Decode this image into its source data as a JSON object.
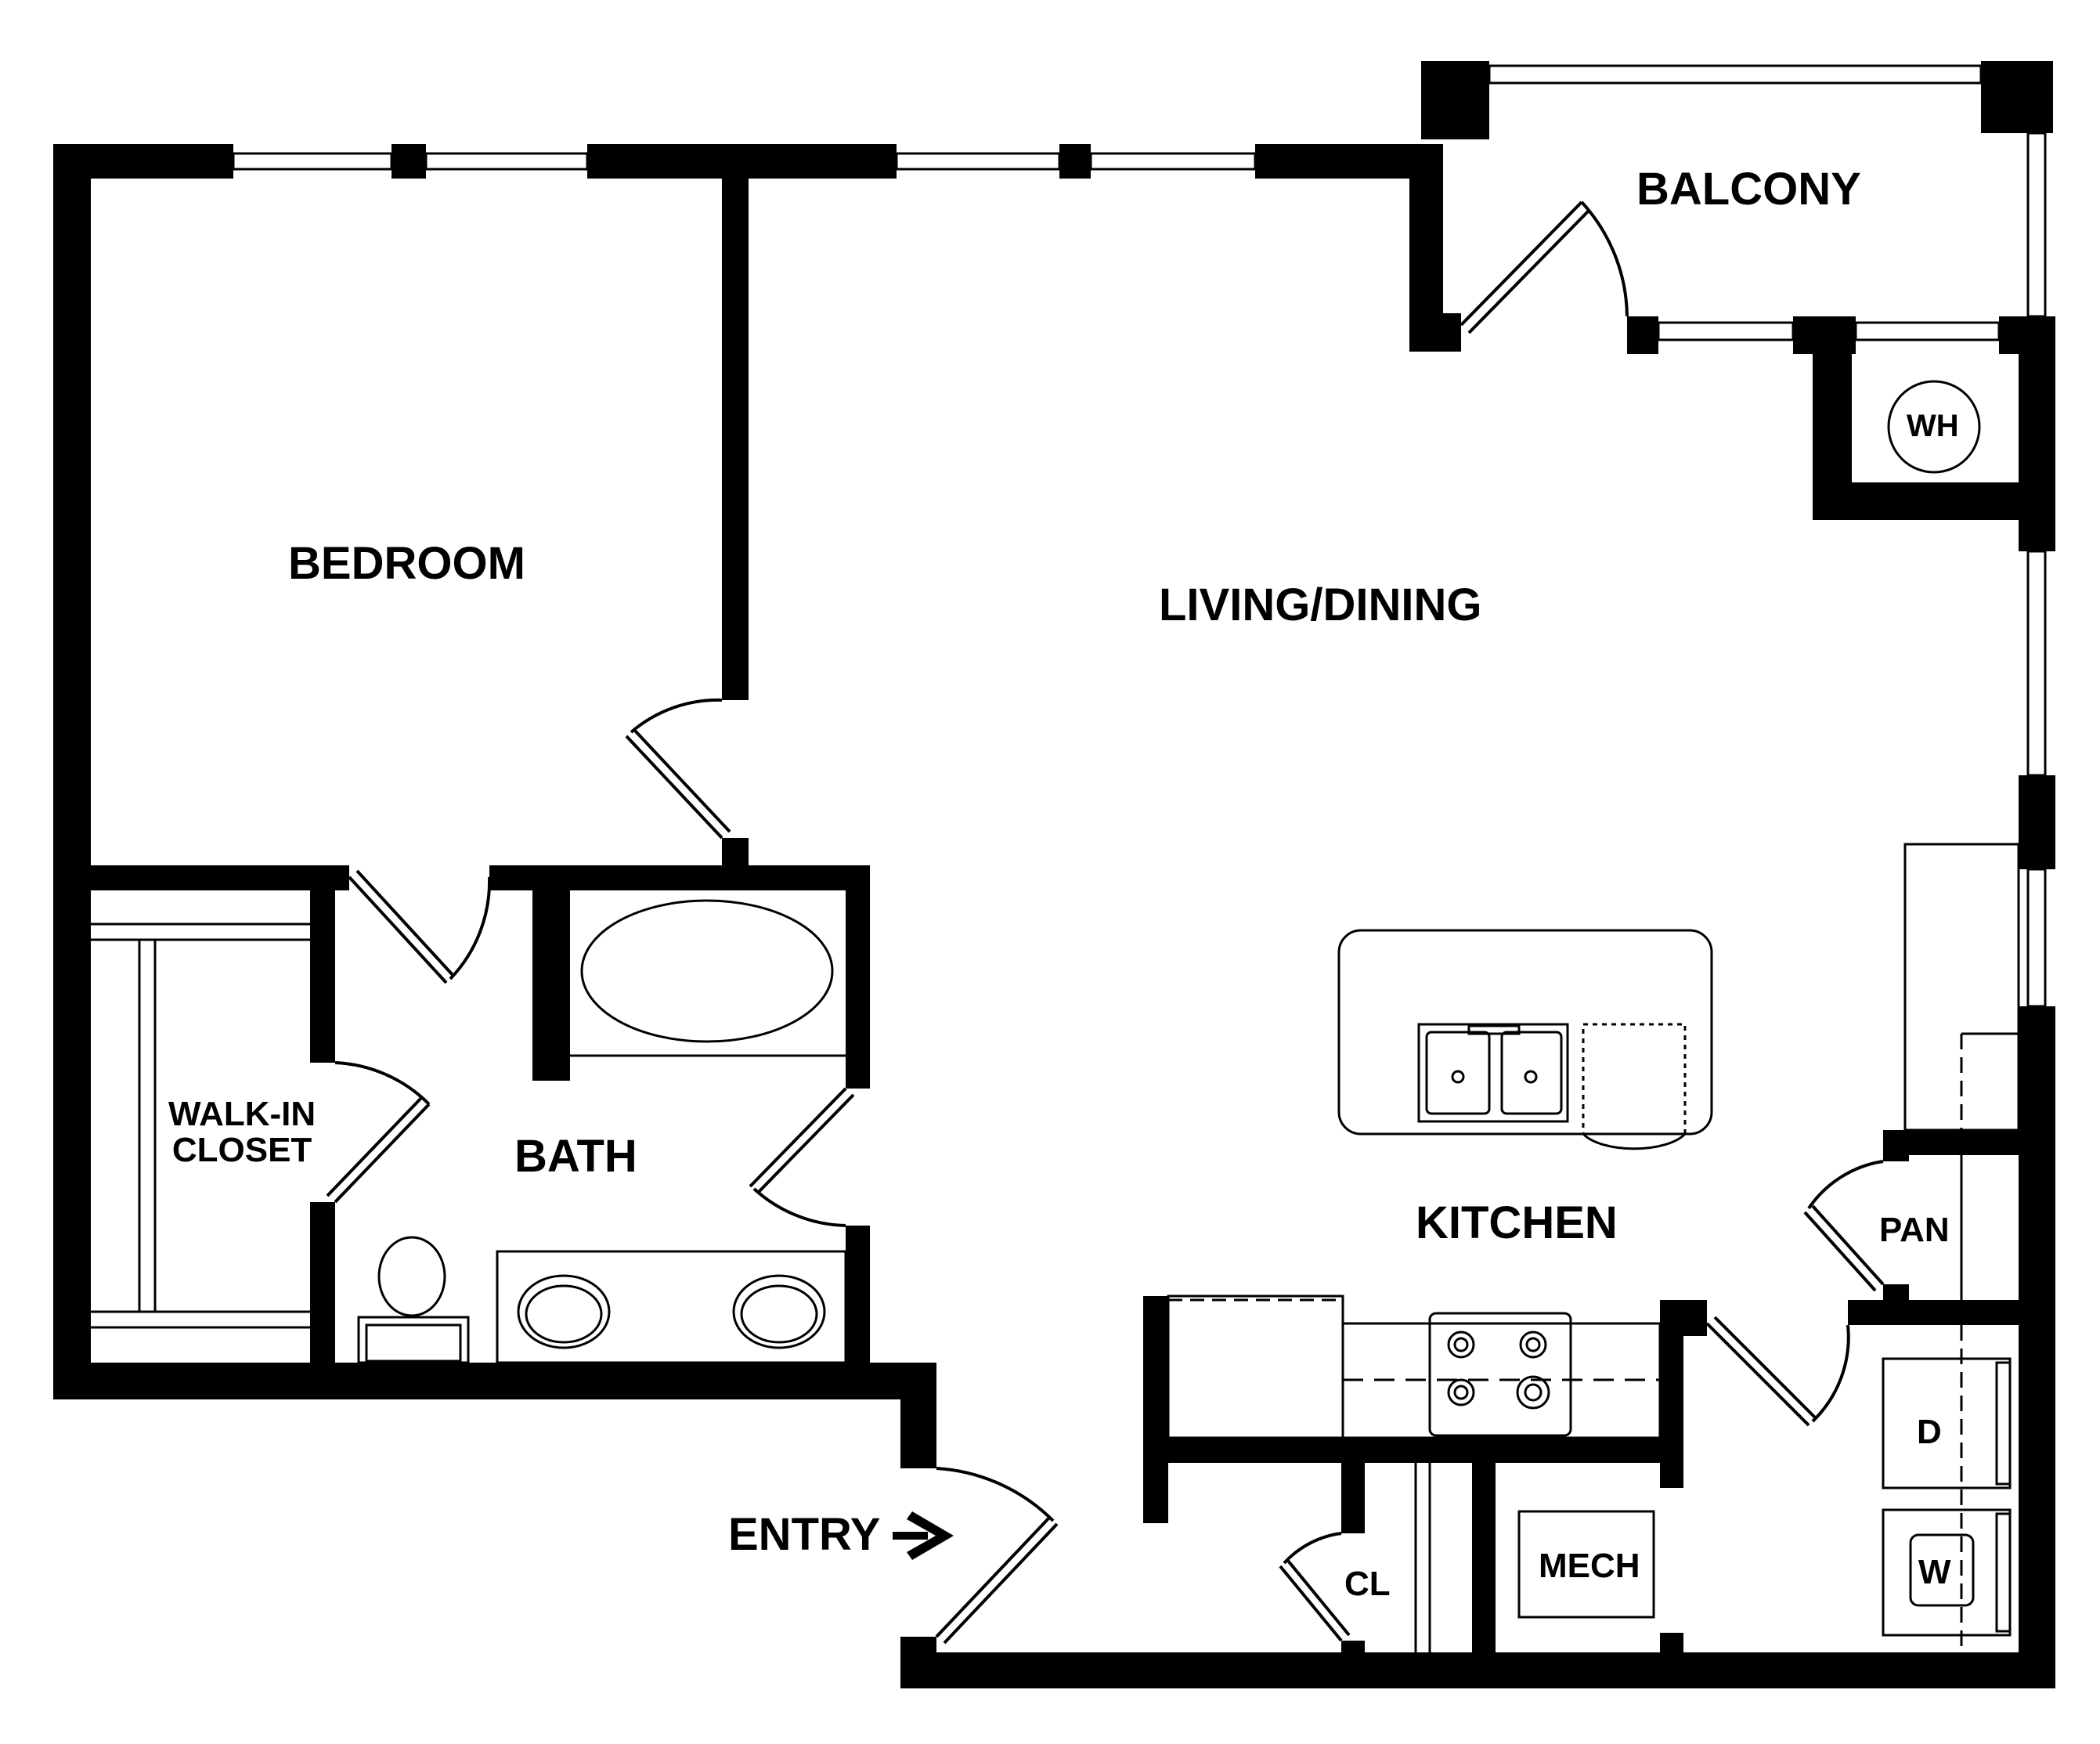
{
  "rooms": {
    "balcony": "BALCONY",
    "bedroom": "BEDROOM",
    "living_dining": "LIVING/DINING",
    "walk_in_closet_line1": "WALK-IN",
    "walk_in_closet_line2": "CLOSET",
    "bath": "BATH",
    "kitchen": "KITCHEN",
    "pantry": "PAN",
    "mech": "MECH",
    "closet": "CL",
    "entry": "ENTRY"
  },
  "fixtures": {
    "water_heater": "WH",
    "dryer": "D",
    "washer": "W"
  },
  "colors": {
    "wall": "#000000",
    "background": "#ffffff"
  },
  "icons": {
    "entry_arrow": "arrow-right-icon"
  }
}
